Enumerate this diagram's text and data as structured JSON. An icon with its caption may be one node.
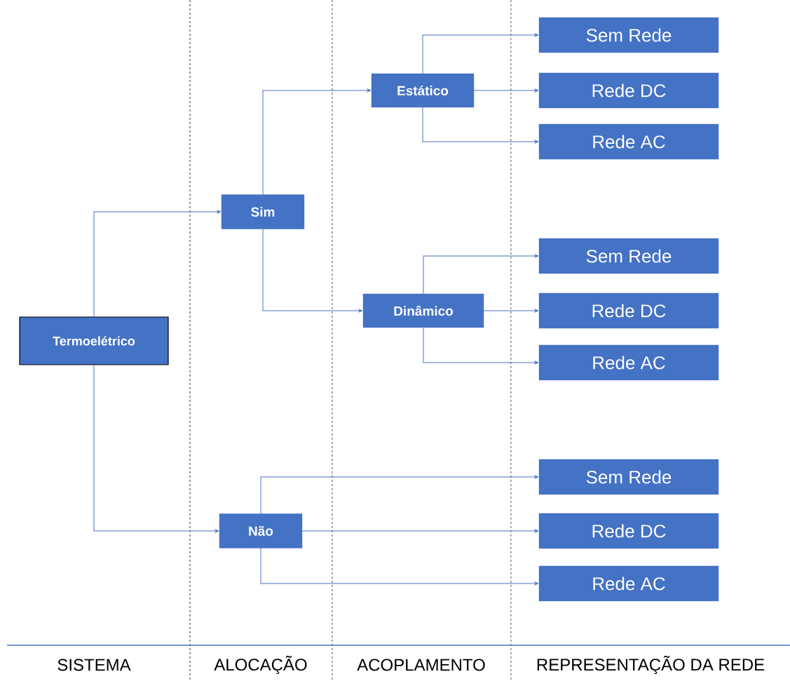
{
  "diagram": {
    "nodes": [
      {
        "text": [
          "Termoelétrico"
        ]
      },
      {
        "text": [
          "Sim"
        ]
      },
      {
        "text": [
          "Estático"
        ]
      },
      {
        "text": [
          "Dinâmico"
        ]
      },
      {
        "text": [
          "Não"
        ]
      },
      {
        "text": [
          "Sem Rede"
        ]
      },
      {
        "text": [
          "Rede DC"
        ]
      },
      {
        "text": [
          "Rede AC"
        ]
      },
      {
        "text": [
          "Sem Rede"
        ]
      },
      {
        "text": [
          "Rede DC"
        ]
      },
      {
        "text": [
          "Rede AC"
        ]
      },
      {
        "text": [
          "Sem Rede"
        ]
      },
      {
        "text": [
          "Rede DC"
        ]
      },
      {
        "text": [
          "Rede AC"
        ]
      }
    ],
    "edges": [
      {
        "from": 0,
        "to": 1,
        "arrow": "to"
      },
      {
        "from": 0,
        "to": 4,
        "arrow": "to"
      },
      {
        "from": 1,
        "to": 2,
        "arrow": "to"
      },
      {
        "from": 1,
        "to": 3,
        "arrow": "to"
      },
      {
        "from": 2,
        "to": 5,
        "arrow": "to"
      },
      {
        "from": 2,
        "to": 6,
        "arrow": "to"
      },
      {
        "from": 2,
        "to": 7,
        "arrow": "to"
      },
      {
        "from": 3,
        "to": 8,
        "arrow": "to"
      },
      {
        "from": 3,
        "to": 9,
        "arrow": "to"
      },
      {
        "from": 3,
        "to": 10,
        "arrow": "to"
      },
      {
        "from": 4,
        "to": 11,
        "arrow": "to"
      },
      {
        "from": 4,
        "to": 12,
        "arrow": "to"
      },
      {
        "from": 4,
        "to": 13,
        "arrow": "to"
      }
    ],
    "labels": [
      "SISTEMA",
      "ALOCAÇÃO",
      "ACOPLAMENTO",
      "REPRESENTAÇÃO DA REDE"
    ]
  }
}
